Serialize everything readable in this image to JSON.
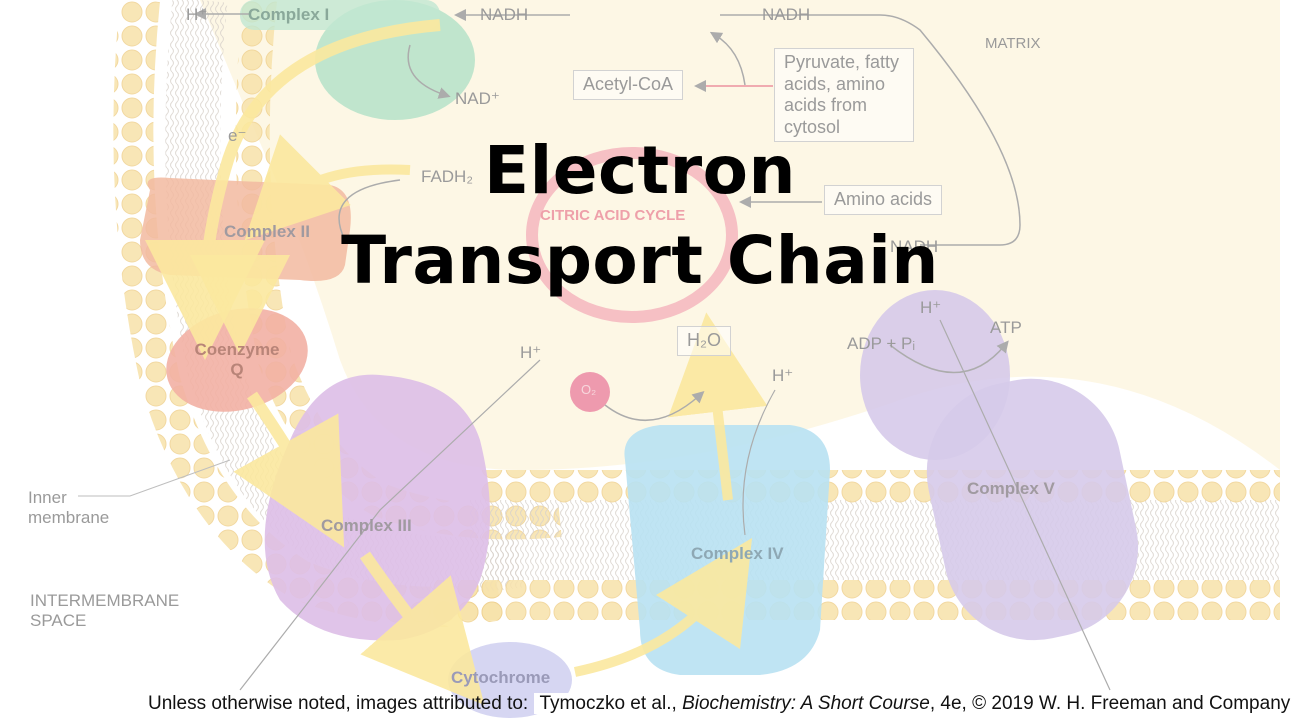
{
  "title": {
    "line1": "Electron",
    "line2": "Transport Chain"
  },
  "labels": {
    "complex_i": "Complex I",
    "complex_ii": "Complex II",
    "complex_iii": "Complex III",
    "complex_iv": "Complex IV",
    "complex_v": "Complex V",
    "coenzyme_q": "Coenzyme Q",
    "cytochrome": "Cytochrome",
    "citric_acid_cycle": "CITRIC ACID CYCLE",
    "acetyl_coa": "Acetyl-CoA",
    "pyruvate_box": "Pyruvate, fatty acids, amino acids from cytosol",
    "amino_acids": "Amino acids",
    "matrix": "MATRIX",
    "inner_membrane": "Inner membrane",
    "intermembrane_space": "INTERMEMBRANE SPACE",
    "nadh": "NADH",
    "nad_plus": "NAD⁺",
    "fadh2": "FADH₂",
    "h_plus": "H⁺",
    "e_minus": "e⁻",
    "h2o": "H₂O",
    "o2": "O₂",
    "adp_pi": "ADP + Pᵢ",
    "atp": "ATP"
  },
  "credit": {
    "prefix": "Unless otherwise noted, images attributed to:",
    "author": "Tymoczko et al.,",
    "book": "Biochemistry: A Short Course",
    "rest": ", 4e, © 2019 W. H. Freeman and Company"
  },
  "colors": {
    "membrane": "#f5dc9a",
    "complex_i": "#9fd8b8",
    "complex_ii": "#f0a888",
    "coenzyme_q": "#f0a090",
    "complex_iii": "#d4aee0",
    "complex_iv": "#a8dcf0",
    "complex_v": "#cfc0e6",
    "cytochrome": "#c8c8ee",
    "electron_arrow": "#fbe88a",
    "citric_cycle": "#f4b0b8",
    "matrix": "#fdf6e0"
  }
}
